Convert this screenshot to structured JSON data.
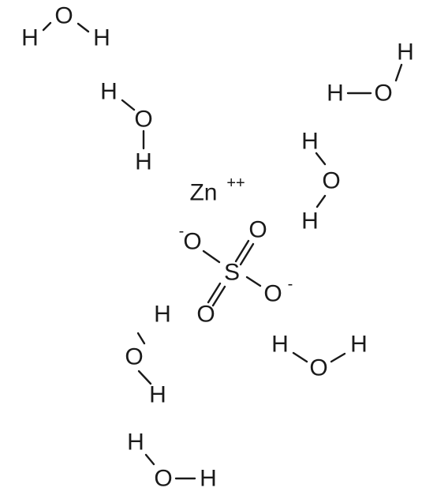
{
  "structure": {
    "hydrogen_symbol": "H",
    "oxygen_symbol": "O",
    "sulfur_symbol": "S",
    "zinc_symbol": "Zn",
    "zinc_charge": "++",
    "negative_charge": "-"
  },
  "colors": {
    "background": "#ffffff",
    "ink": "#1a1a1a"
  }
}
